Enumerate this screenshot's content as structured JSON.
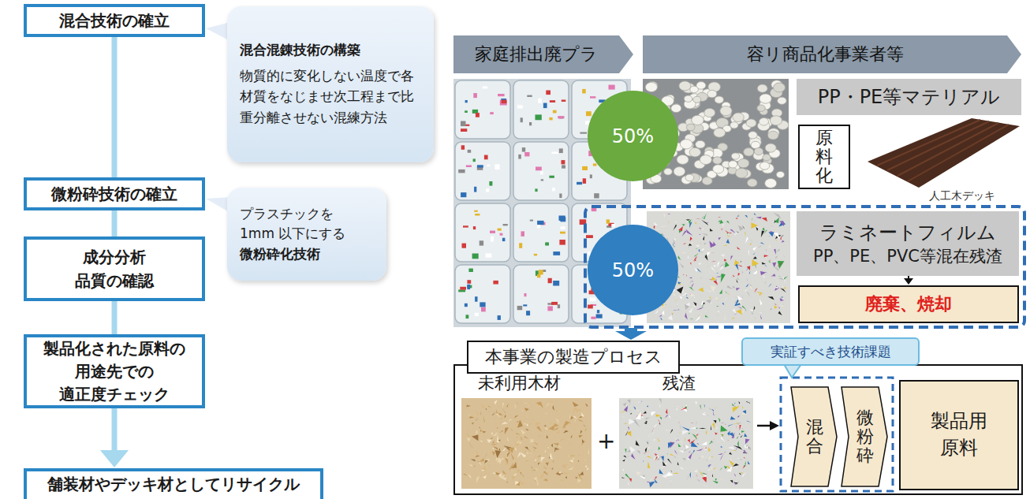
{
  "diagram": {
    "nodes": [
      {
        "text": [
          "混合技術の確立"
        ]
      },
      {
        "text": [
          "混合混錬技術の構築",
          "物質的に変化しない温度で各材質をなじませ次工程まで比重分離させない混練方法"
        ]
      },
      {
        "text": [
          "微粉砕技術の確立"
        ]
      },
      {
        "text": [
          "プラスチックを 1mm 以下にする",
          "微粉砕化技術"
        ]
      },
      {
        "text": [
          "成分分析 品質の確認"
        ]
      },
      {
        "text": [
          "製品化された原料の 用途先での 適正度チェック"
        ]
      },
      {
        "text": [
          "舗装材やデッキ材としてリサイクル"
        ]
      },
      {
        "text": [
          "家庭排出廃プラ"
        ]
      },
      {
        "text": [
          "容リ商品化事業者等"
        ]
      },
      {
        "text": [
          "50%"
        ]
      },
      {
        "text": [
          "PP・PE等マテリアル"
        ]
      },
      {
        "text": [
          "原料化"
        ]
      },
      {
        "text": [
          "50%"
        ]
      },
      {
        "text": [
          "ラミネートフィルム",
          "PP、PE、PVC等混在残渣"
        ]
      },
      {
        "text": [
          "廃棄、焼却"
        ]
      },
      {
        "text": [
          "本事業の製造プロセス"
        ]
      },
      {
        "text": [
          "実証すべき技術課題"
        ]
      },
      {
        "text": [
          "混合"
        ],
        "in": 15
      },
      {
        "text": [
          "微粉砕"
        ],
        "in": 15
      },
      {
        "text": [
          "製品用 原料"
        ],
        "in": 15
      }
    ],
    "edges": [
      {
        "from": 0,
        "to": 2,
        "arrow": "none"
      },
      {
        "from": 2,
        "to": 4,
        "arrow": "none"
      },
      {
        "from": 4,
        "to": 5,
        "arrow": "none"
      },
      {
        "from": 5,
        "to": 6,
        "arrow": "to"
      },
      {
        "from": 13,
        "to": 14,
        "arrow": "to"
      }
    ],
    "labels": [
      "人工木デッキ",
      "未利用木材",
      "+",
      "残渣"
    ]
  }
}
